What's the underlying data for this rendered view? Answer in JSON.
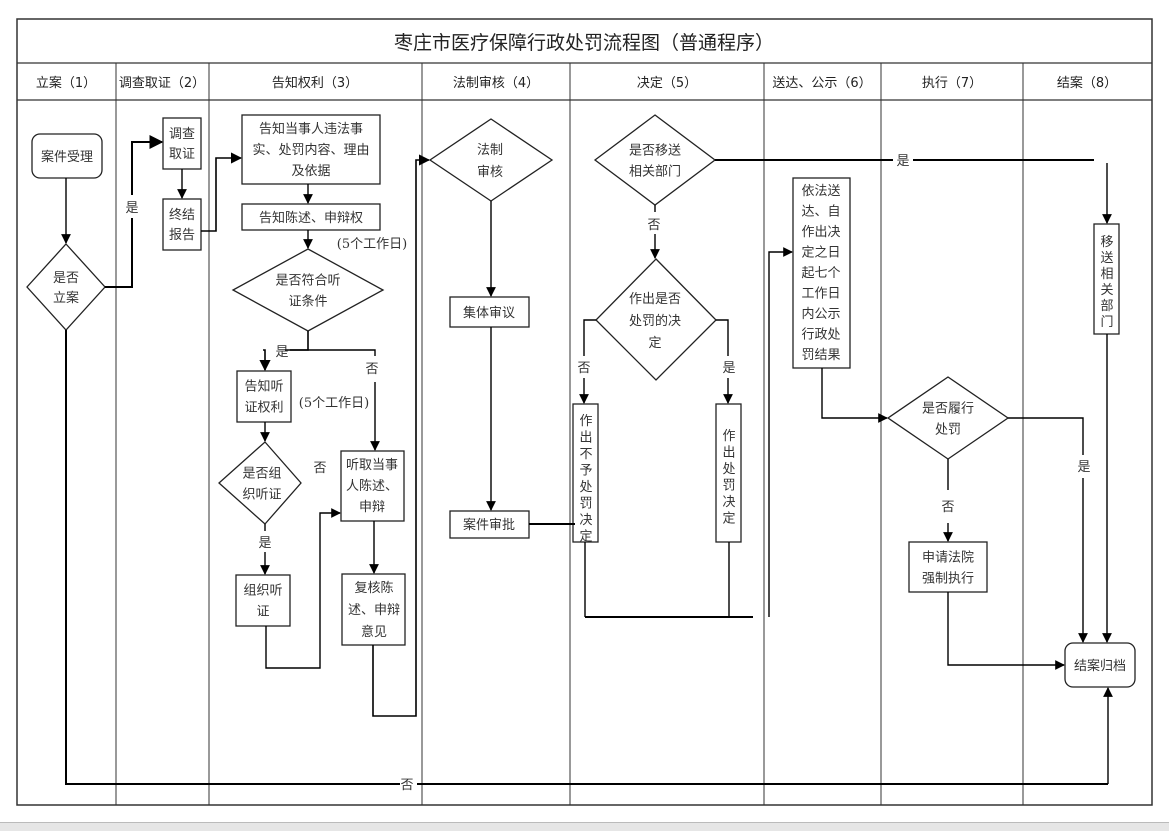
{
  "title": "枣庄市医疗保障行政处罚流程图（普通程序）",
  "lanes": [
    {
      "label": "立案（1）"
    },
    {
      "label": "调查取证（2）"
    },
    {
      "label": "告知权利（3）"
    },
    {
      "label": "法制审核（4）"
    },
    {
      "label": "决定（5）"
    },
    {
      "label": "送达、公示（6）"
    },
    {
      "label": "执行（7）"
    },
    {
      "label": "结案（8）"
    }
  ],
  "nodes": {
    "accept": [
      "案件受理"
    ],
    "file_case": [
      "是否",
      "立案"
    ],
    "investigate": [
      "调查",
      "取证"
    ],
    "final_report": [
      "终结",
      "报告"
    ],
    "notify_facts": [
      "告知当事人违法事",
      "实、处罚内容、理由",
      "及依据"
    ],
    "notify_statement": [
      "告知陈述、申辩权"
    ],
    "hearing_cond": [
      "是否符合听",
      "证条件"
    ],
    "notify_hearing": [
      "告知听",
      "证权利"
    ],
    "organize_q": [
      "是否组",
      "织听证"
    ],
    "organize": [
      "组织听",
      "证"
    ],
    "listen": [
      "听取当事",
      "人陈述、",
      "申辩"
    ],
    "review": [
      "复核陈",
      "述、申辩",
      "意见"
    ],
    "legal_review": [
      "法制",
      "审核"
    ],
    "collective": [
      "集体审议"
    ],
    "approve": [
      "案件审批"
    ],
    "transfer_q": [
      "是否移送",
      "相关部门"
    ],
    "decide_q": [
      "作出是否",
      "处罚的决",
      "定"
    ],
    "no_penalty": "作出不予处罚决定",
    "penalty": "作出处罚决定",
    "deliver": [
      "依法送",
      "达、自",
      "作出决",
      "定之日",
      "起七个",
      "工作日",
      "内公示",
      "行政处",
      "罚结果"
    ],
    "fulfill_q": [
      "是否履行",
      "处罚"
    ],
    "court": [
      "申请法院",
      "强制执行"
    ],
    "transfer": "移送相关部门",
    "archive": [
      "结案归档"
    ]
  },
  "labels": {
    "yes": "是",
    "no": "否",
    "five_days": "(5个工作日)"
  }
}
